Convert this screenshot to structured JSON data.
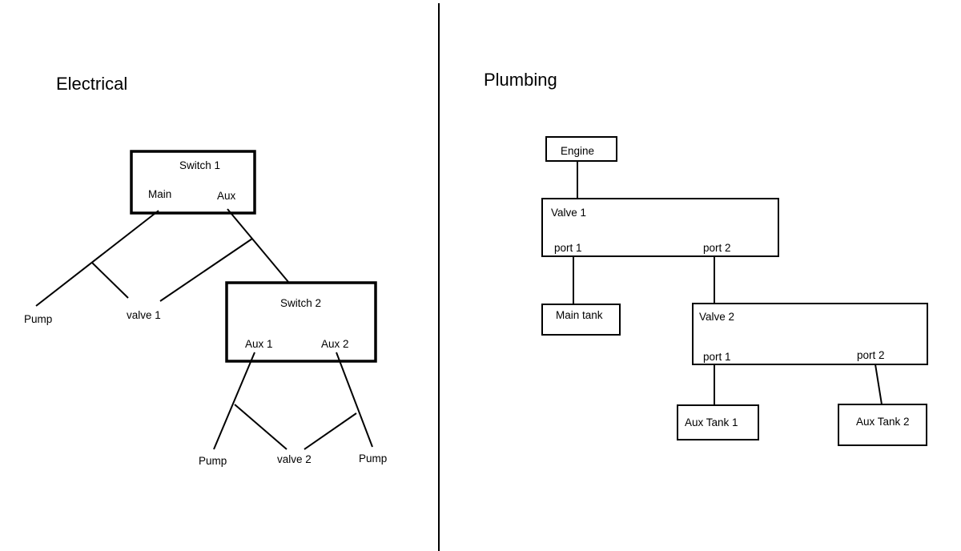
{
  "electrical": {
    "heading": "Electrical",
    "switch1": {
      "title": "Switch 1",
      "main": "Main",
      "aux": "Aux"
    },
    "switch2": {
      "title": "Switch 2",
      "aux1": "Aux 1",
      "aux2": "Aux 2"
    },
    "pump_left": "Pump",
    "valve1": "valve 1",
    "pump_bottom_left": "Pump",
    "valve2": "valve 2",
    "pump_bottom_right": "Pump"
  },
  "plumbing": {
    "heading": "Plumbing",
    "engine": "Engine",
    "valve1": {
      "title": "Valve 1",
      "port1": "port 1",
      "port2": "port 2"
    },
    "main_tank": "Main tank",
    "valve2": {
      "title": "Valve 2",
      "port1": "port 1",
      "port2": "port 2"
    },
    "aux_tank1": "Aux Tank 1",
    "aux_tank2": "Aux Tank 2"
  }
}
